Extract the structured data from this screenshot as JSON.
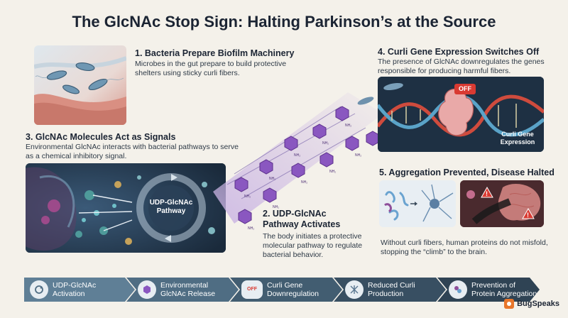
{
  "title": "The GlcNAc Stop Sign: Halting Parkinson’s at the Source",
  "sections": {
    "s1": {
      "title": "1. Bacteria Prepare Biofilm Machinery",
      "desc": "Microbes in the gut prepare to build protective shelters using sticky curli fibers."
    },
    "s2": {
      "title_line1": "2. UDP-GlcNAc",
      "title_line2": "Pathway Activates",
      "desc": "The body initiates a protective molecular pathway to regulate bacterial behavior."
    },
    "s3": {
      "title": "3. GlcNAc Molecules Act as Signals",
      "desc": "Environmental GlcNAc interacts with bacterial pathways to serve as a chemical inhibitory signal.",
      "pathway_label_line1": "UDP-GlcNAc",
      "pathway_label_line2": "Pathway"
    },
    "s4": {
      "title": "4. Curli Gene Expression Switches Off",
      "desc": "The presence of GlcNAc downregulates the genes responsible for producing harmful fibers.",
      "off_badge": "OFF",
      "gene_label_line1": "Curli Gene",
      "gene_label_line2": "Expression"
    },
    "s5": {
      "title": "5. Aggregation Prevented, Disease Halted",
      "desc": "Without curli fibers, human proteins do not misfold, stopping the “climb” to the brain."
    }
  },
  "molecule_label": "NH₂",
  "flow_steps": [
    {
      "line1": "UDP-GlcNAc",
      "line2": "Activation",
      "icon": "cycle-icon"
    },
    {
      "line1": "Environmental",
      "line2": "GlcNAc Release",
      "icon": "molecule-icon"
    },
    {
      "line1": "Curli Gene",
      "line2": "Downregulation",
      "icon": "off-switch-icon",
      "badge": "OFF"
    },
    {
      "line1": "Reduced Curli",
      "line2": "Production",
      "icon": "fibers-icon"
    },
    {
      "line1": "Prevention of",
      "line2": "Protein Aggregation",
      "icon": "proteins-icon"
    }
  ],
  "flow_colors": [
    "#5f7f96",
    "#4f6d83",
    "#425d71",
    "#384f62",
    "#2f4354"
  ],
  "brand": "BugSpeaks",
  "colors": {
    "accent_red": "#d93a32",
    "molecule_purple": "#6b3fa0",
    "panel_dark": "#1f3145"
  }
}
